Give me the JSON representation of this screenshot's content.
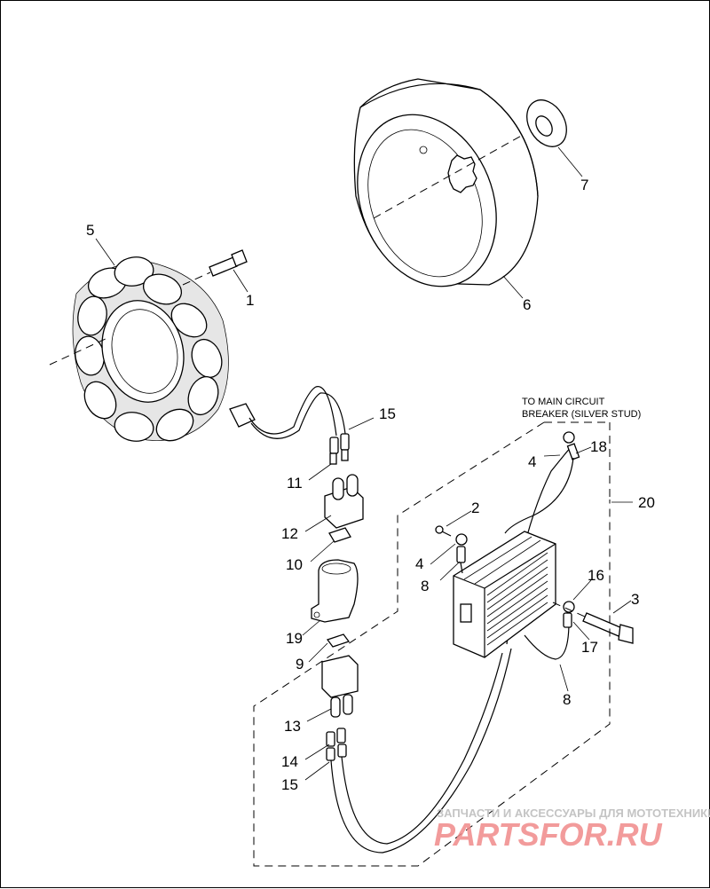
{
  "callouts": {
    "c1": "1",
    "c2": "2",
    "c3": "3",
    "c4a": "4",
    "c4b": "4",
    "c5": "5",
    "c6": "6",
    "c7": "7",
    "c8a": "8",
    "c8b": "8",
    "c9": "9",
    "c10": "10",
    "c11": "11",
    "c12": "12",
    "c13": "13",
    "c14": "14",
    "c15a": "15",
    "c15b": "15",
    "c16": "16",
    "c17": "17",
    "c18": "18",
    "c19": "19",
    "c20": "20"
  },
  "note": {
    "line1": "TO MAIN CIRCUIT",
    "line2": "BREAKER (SILVER STUD)"
  },
  "watermark": {
    "tagline": "ЗАПЧАСТИ И АКСЕССУАРЫ ДЛЯ МОТОТЕХНИКИ",
    "logo": "PARTSFOR.RU"
  }
}
